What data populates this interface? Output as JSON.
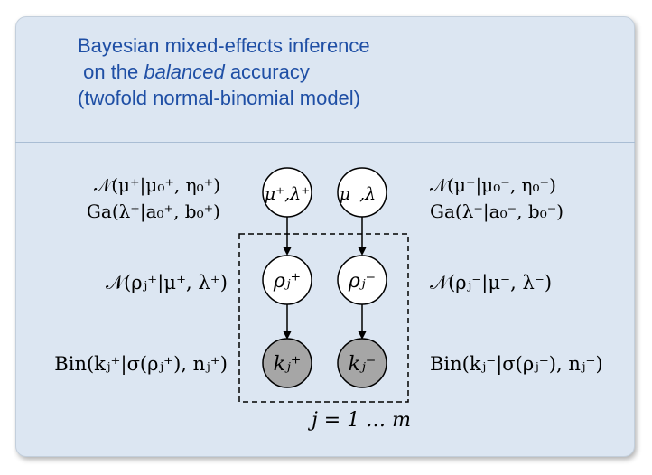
{
  "title": {
    "line1": "Bayesian mixed-effects inference",
    "line2_pre": " on the ",
    "line2_em": "balanced",
    "line2_post": " accuracy",
    "line3": "(twofold normal-binomial model)"
  },
  "nodes": {
    "mu_plus": "μ⁺,λ⁺",
    "mu_minus": "μ⁻,λ⁻",
    "rho_plus": "ρⱼ⁺",
    "rho_minus": "ρⱼ⁻",
    "k_plus": "kⱼ⁺",
    "k_minus": "kⱼ⁻"
  },
  "formulas": {
    "left_prior_normal": "𝒩(μ⁺|μ₀⁺, η₀⁺)",
    "left_prior_gamma": "Ga(λ⁺|a₀⁺, b₀⁺)",
    "right_prior_normal": "𝒩(μ⁻|μ₀⁻, η₀⁻)",
    "right_prior_gamma": "Ga(λ⁻|a₀⁻, b₀⁻)",
    "left_rho": "𝒩(ρⱼ⁺|μ⁺, λ⁺)",
    "right_rho": "𝒩(ρⱼ⁻|μ⁻, λ⁻)",
    "left_k": "Bin(kⱼ⁺|σ(ρⱼ⁺), nⱼ⁺)",
    "right_k": "Bin(kⱼ⁻|σ(ρⱼ⁻), nⱼ⁻)"
  },
  "plate_label": "j = 1 … m",
  "colors": {
    "panel": "#dce6f2",
    "title_text": "#1f4fa5",
    "observed_node": "#a6a6a6",
    "latent_node": "#ffffff"
  }
}
